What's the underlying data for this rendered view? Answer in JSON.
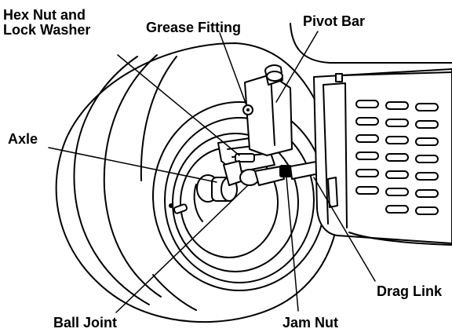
{
  "labels": {
    "hex_nut_line1": "Hex Nut and",
    "hex_nut_line2": "Lock Washer",
    "grease_fitting": "Grease Fitting",
    "pivot_bar": "Pivot Bar",
    "axle": "Axle",
    "drag_link": "Drag Link",
    "ball_joint": "Ball Joint",
    "jam_nut": "Jam Nut"
  },
  "colors": {
    "line": "#000000",
    "background": "#ffffff"
  }
}
